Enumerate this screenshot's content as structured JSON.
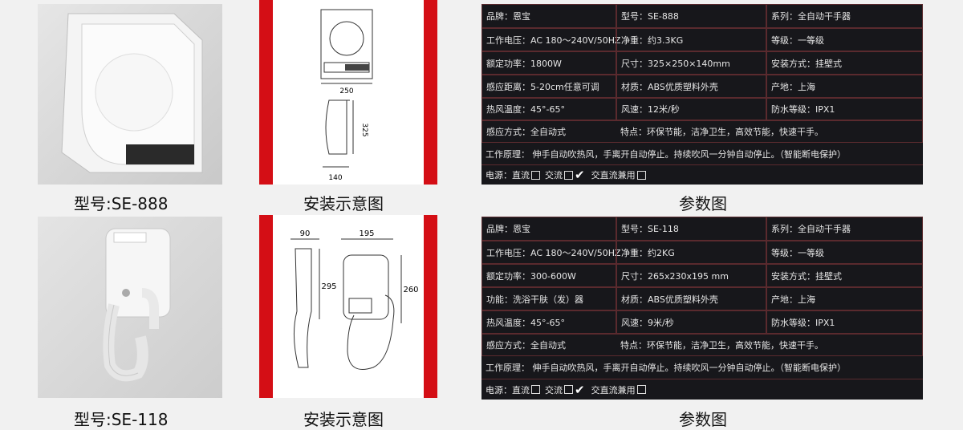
{
  "products": [
    {
      "caption": "型号:SE-888",
      "install_caption": "安装示意图",
      "params_caption": "参数图",
      "dimensions": {
        "top": "250",
        "side": "325",
        "bottom": "140"
      },
      "spec_rows": [
        [
          "品牌：恩宝",
          "型号：SE-888",
          "系列：全自动干手器"
        ],
        [
          "工作电压：AC 180～240V/50HZ",
          "净重：约3.3KG",
          "等级：一等级"
        ],
        [
          "额定功率：1800W",
          "尺寸：325×250×140mm",
          "安装方式：挂壁式"
        ],
        [
          "感应距离：5-20cm任意可调",
          "材质：ABS优质塑料外壳",
          "产地：上海"
        ],
        [
          "热风温度：45°-65°",
          "风速：12米/秒",
          "防水等级：IPX1"
        ]
      ],
      "sensing": "感应方式：全自动式",
      "features": "特点：环保节能，洁净卫生，高效节能，快速干手。",
      "principle": "工作原理： 伸手自动吹热风，手离开自动停止。持续吹风一分钟自动停止。（智能断电保护）",
      "power": {
        "label": "电源：",
        "dc": "直流",
        "ac": "交流",
        "both": "交直流兼用"
      }
    },
    {
      "caption": "型号:SE-118",
      "install_caption": "安装示意图",
      "params_caption": "参数图",
      "dimensions": {
        "side_top": "90",
        "front_top": "195",
        "side_height": "295",
        "front_height": "260"
      },
      "spec_rows": [
        [
          "品牌：恩宝",
          "型号：SE-118",
          "系列：全自动干手器"
        ],
        [
          "工作电压：AC 180～240V/50HZ",
          "净重：约2KG",
          "等级：一等级"
        ],
        [
          "额定功率：300-600W",
          "尺寸：265x230x195 mm",
          "安装方式：挂壁式"
        ],
        [
          "功能：洗浴干肤（发）器",
          "材质：ABS优质塑料外壳",
          "产地：上海"
        ],
        [
          "热风温度：45°-65°",
          "风速：9米/秒",
          "防水等级：IPX1"
        ]
      ],
      "sensing": "感应方式：全自动式",
      "features": "特点：环保节能，洁净卫生，高效节能，快速干手。",
      "principle": "工作原理： 伸手自动吹热风，手离开自动停止。持续吹风一分钟自动停止。（智能断电保护）",
      "power": {
        "label": "电源：",
        "dc": "直流",
        "ac": "交流",
        "both": "交直流兼用"
      }
    }
  ],
  "colors": {
    "accent": "#d40e15",
    "table_bg": "#17171b",
    "grid": "#5a2a2e"
  }
}
